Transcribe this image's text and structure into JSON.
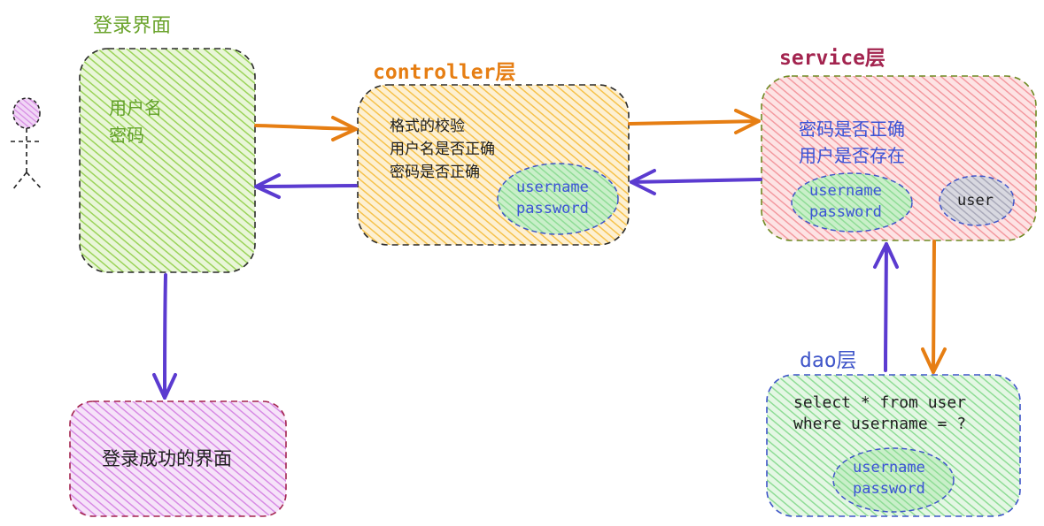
{
  "colors": {
    "login_fill": "#9bd35a",
    "login_border": "#2b2b2b",
    "login_title": "#6aa32b",
    "login_text": "#62a02a",
    "controller_fill": "#f6c24c",
    "controller_title": "#e67e13",
    "service_fill": "#f39aa0",
    "service_border": "#6f8a22",
    "service_title": "#a3244f",
    "service_text": "#3b53d6",
    "dao_fill": "#8fdc96",
    "dao_border": "#3f55c9",
    "dao_title": "#3f55c9",
    "success_fill": "#d78be4",
    "success_border": "#a3244f",
    "ellipse_fill": "#8fdc96",
    "ellipse_border": "#3f55c9",
    "ellipse_text": "#3b53d6",
    "user_ellipse_fill": "#a9a9b9",
    "arrow_orange": "#e67e13",
    "arrow_purple": "#5b3bd0",
    "actor_fill": "#d68be3"
  },
  "icons": {
    "actor": "stick-figure-user-icon"
  },
  "login": {
    "title": "登录界面",
    "line1": "用户名",
    "line2": "密码"
  },
  "controller": {
    "title": "controller层",
    "line1": "格式的校验",
    "line2": "用户名是否正确",
    "line3": "密码是否正确",
    "ellipse_line1": "username",
    "ellipse_line2": "password"
  },
  "service": {
    "title": "service层",
    "line1": "密码是否正确",
    "line2": "用户是否存在",
    "ellipse_line1": "username",
    "ellipse_line2": "password",
    "user_ellipse": "user"
  },
  "dao": {
    "title": "dao层",
    "sql_line1": "select * from user",
    "sql_line2": "where username = ?",
    "ellipse_line1": "username",
    "ellipse_line2": "password"
  },
  "success": {
    "label": "登录成功的界面"
  }
}
